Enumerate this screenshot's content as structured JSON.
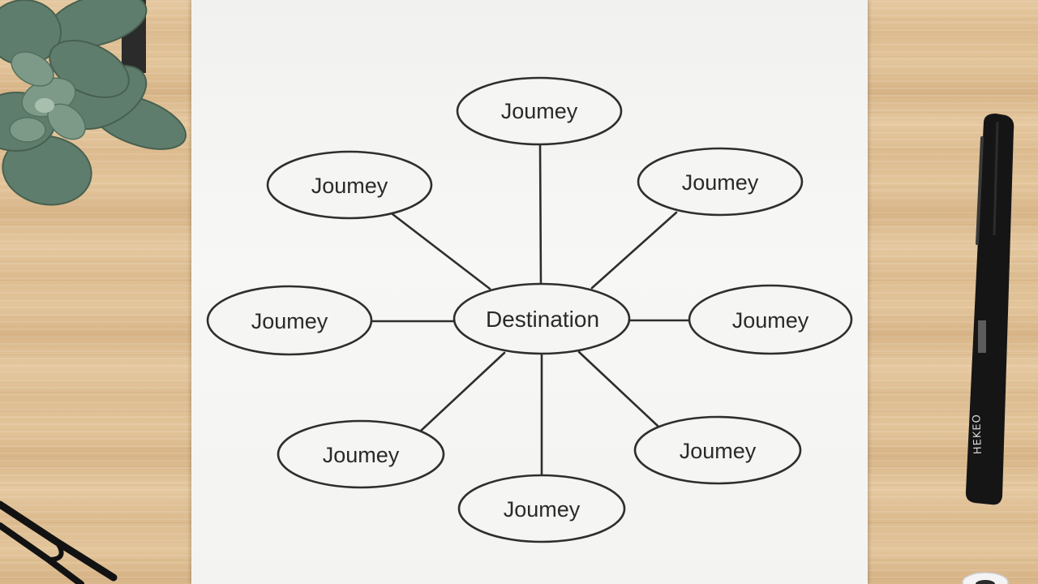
{
  "diagram": {
    "center": {
      "label": "Destination"
    },
    "nodes": [
      {
        "label": "Joumey"
      },
      {
        "label": "Joumey"
      },
      {
        "label": "Joumey"
      },
      {
        "label": "Joumey"
      },
      {
        "label": "Joumey"
      },
      {
        "label": "Joumey"
      },
      {
        "label": "Joumey"
      },
      {
        "label": "Joumey"
      }
    ],
    "edges": [
      {
        "from": "Destination",
        "to": "node-1"
      },
      {
        "from": "Destination",
        "to": "node-2"
      },
      {
        "from": "Destination",
        "to": "node-3"
      },
      {
        "from": "Destination",
        "to": "node-4"
      },
      {
        "from": "Destination",
        "to": "node-5"
      },
      {
        "from": "Destination",
        "to": "node-6"
      },
      {
        "from": "Destination",
        "to": "node-7"
      },
      {
        "from": "Destination",
        "to": "node-8"
      }
    ]
  },
  "pen": {
    "imprint": "HEKEO"
  },
  "colors": {
    "line": "#2e2e2e",
    "paper": "#f4f4f2",
    "desk": "#dfbf94",
    "succulent": "#5d7a6a",
    "pen": "#161616"
  },
  "icons": [
    "succulent-plant",
    "eyeglasses",
    "pen"
  ]
}
